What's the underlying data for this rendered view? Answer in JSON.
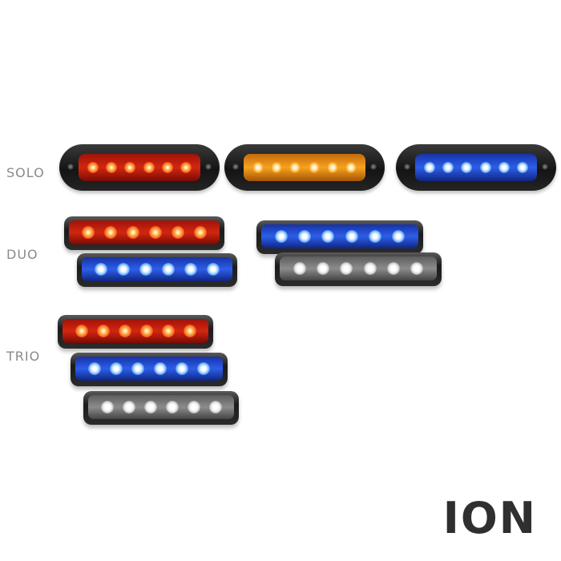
{
  "labels": {
    "solo": "SOLO",
    "duo": "DUO",
    "trio": "TRIO"
  },
  "brand": "ION",
  "colors": {
    "red": "#d22710",
    "amber": "#f5a31e",
    "blue": "#2d5ee8",
    "white": "#e8e8e8",
    "housing": "#1b1b1b",
    "label_text": "#8a8a8a",
    "brand_text": "#2f2f2f"
  },
  "products": {
    "solo": [
      "red",
      "amber",
      "blue"
    ],
    "duo": [
      [
        "red",
        "blue"
      ],
      [
        "blue",
        "white"
      ]
    ],
    "trio": [
      [
        "red",
        "blue",
        "white"
      ]
    ]
  },
  "leds_per_light": 6
}
